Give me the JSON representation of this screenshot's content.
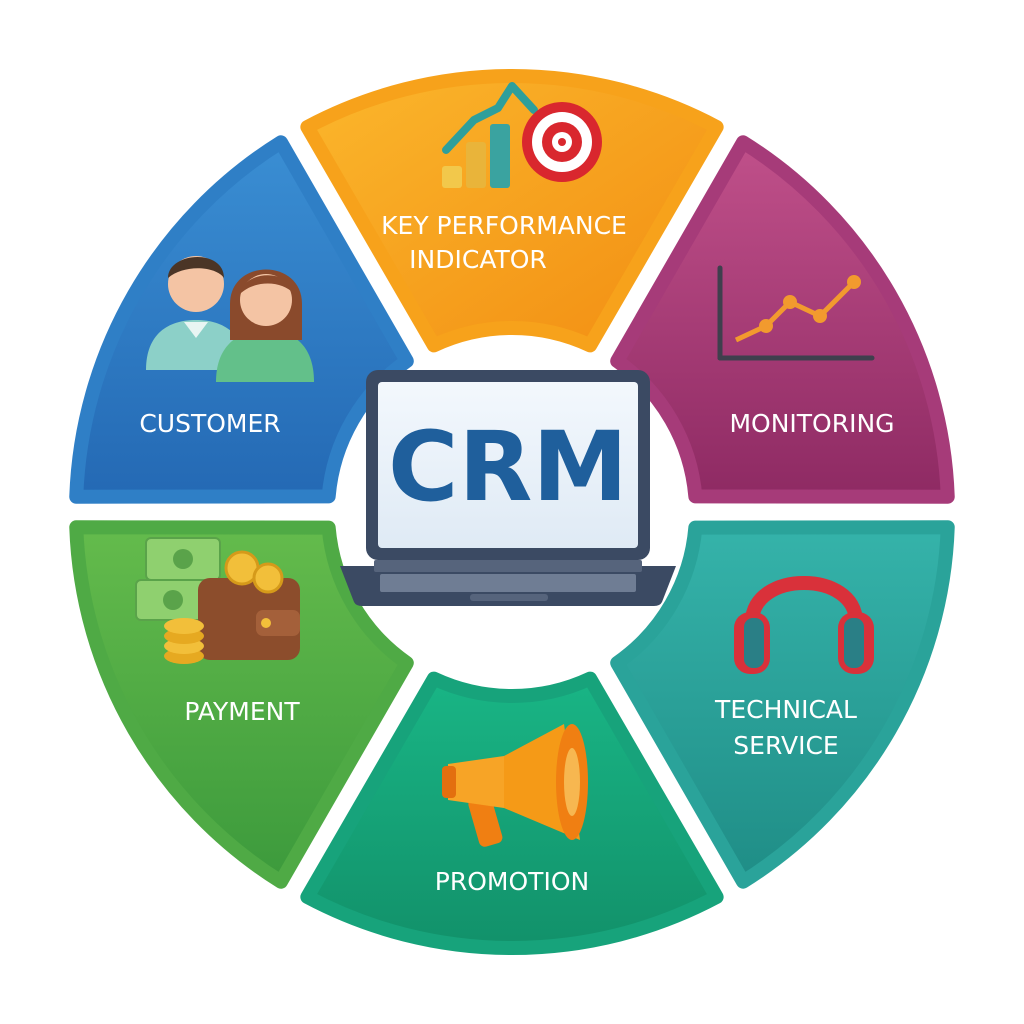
{
  "center": {
    "label": "CRM",
    "icon": "laptop-icon",
    "text_color": "#1f5f9c"
  },
  "segments": [
    {
      "id": "kpi",
      "lines": [
        "KEY PERFORMANCE",
        "INDICATOR"
      ],
      "icon": "kpi-target-icon",
      "color": "#f7a21b"
    },
    {
      "id": "monitoring",
      "lines": [
        "MONITORING"
      ],
      "icon": "line-chart-icon",
      "color": "#a63b79"
    },
    {
      "id": "technical-service",
      "lines": [
        "TECHNICAL",
        "SERVICE"
      ],
      "icon": "headphones-icon",
      "color": "#2aa39a"
    },
    {
      "id": "promotion",
      "lines": [
        "PROMOTION"
      ],
      "icon": "megaphone-icon",
      "color": "#17a37b"
    },
    {
      "id": "payment",
      "lines": [
        "PAYMENT"
      ],
      "icon": "wallet-icon",
      "color": "#4faa45"
    },
    {
      "id": "customer",
      "lines": [
        "CUSTOMER"
      ],
      "icon": "customers-icon",
      "color": "#2f7fc6"
    }
  ]
}
